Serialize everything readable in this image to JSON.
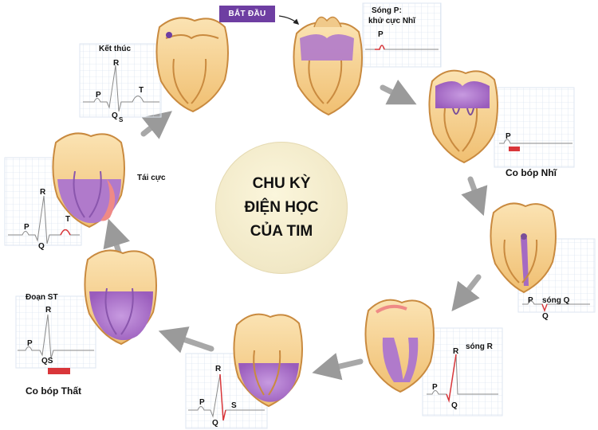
{
  "title": {
    "line1": "CHU KỲ",
    "line2": "ĐIỆN  HỌC",
    "line3": "CỦA TIM"
  },
  "start_label": "BẮT ĐẦU",
  "stages": {
    "p_wave": {
      "line1": "Sóng P:",
      "line2": "khử cực Nhĩ"
    },
    "atrial_contraction": "Co bóp Nhĩ",
    "q_wave": "sóng Q",
    "r_wave": "sóng R",
    "ventricular_contraction": "Co bóp Thất",
    "st_segment": "Đoạn ST",
    "repolarization": "Tái cực",
    "end": "Kết thúc"
  },
  "ecg_labels": {
    "P": "P",
    "Q": "Q",
    "R": "R",
    "S": "S",
    "T": "T",
    "QS": "QS",
    "Q_sub": "S"
  },
  "colors": {
    "heart_outer": "#f2c47a",
    "heart_fill": "#f7dca6",
    "muscle": "#e9a44e",
    "depolarized": "#b07acb",
    "repolarized": "#ef8a86",
    "accent": "#6e3ea2",
    "ecg_red": "#d9363a",
    "arrow": "#9a9a9a",
    "grid": "#bcd0e6"
  }
}
